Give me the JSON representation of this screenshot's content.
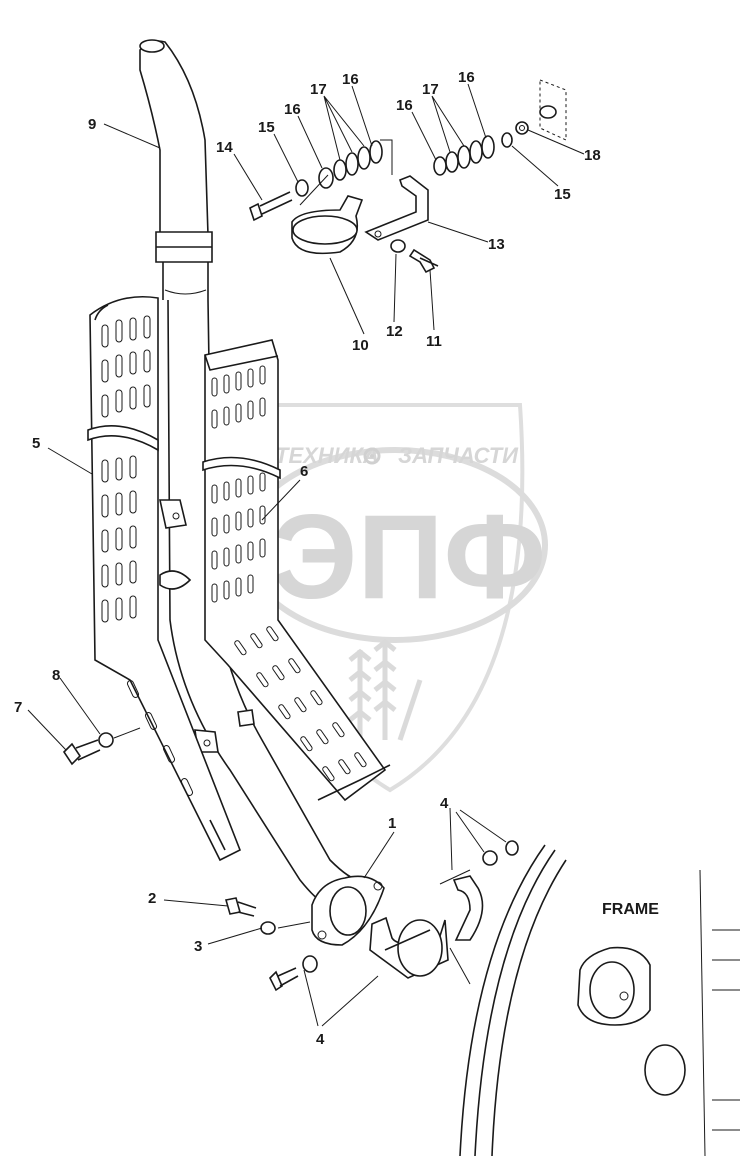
{
  "watermark": {
    "line1_left": "ТЕХНИКА",
    "line1_right": "ЗАПЧАСТИ",
    "logo": "ЭПФ",
    "gear_icon": "gear-icon",
    "color": "#d6d6d6"
  },
  "frame_label": "FRAME",
  "callouts": {
    "c1": "1",
    "c2": "2",
    "c3": "3",
    "c4a": "4",
    "c4b": "4",
    "c5": "5",
    "c6": "6",
    "c7": "7",
    "c8": "8",
    "c9": "9",
    "c10": "10",
    "c11": "11",
    "c12": "12",
    "c13": "13",
    "c14": "14",
    "c15a": "15",
    "c15b": "15",
    "c16a": "16",
    "c16b": "16",
    "c16c": "16",
    "c16d": "16",
    "c17a": "17",
    "c17b": "17",
    "c18": "18"
  },
  "line_color": "#1a1a1a"
}
